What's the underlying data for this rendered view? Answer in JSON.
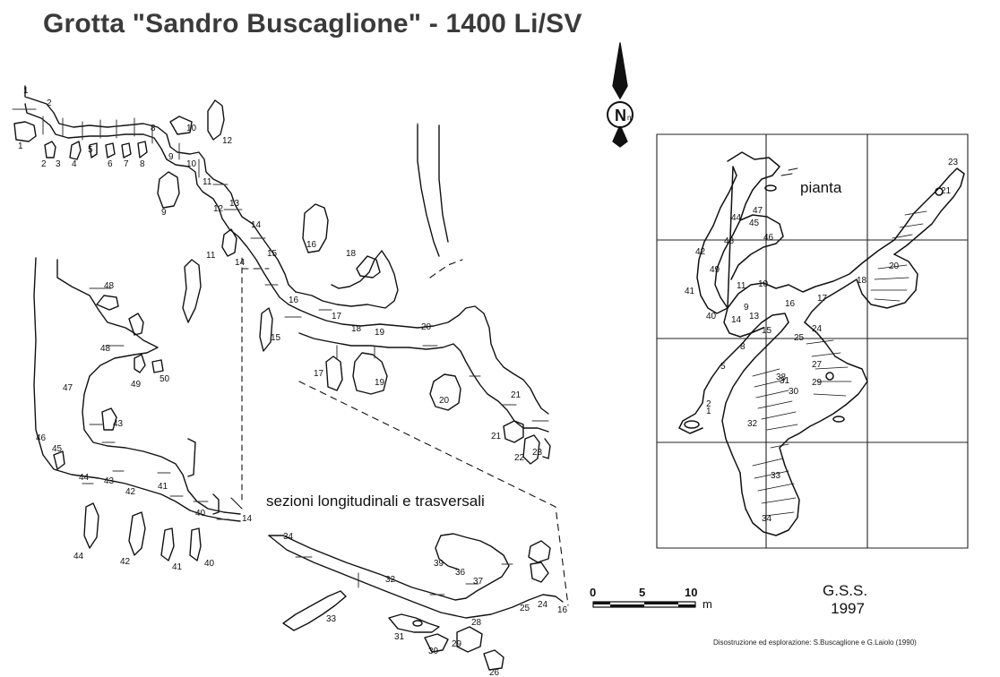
{
  "title": "Grotta \"Sandro Buscaglione\" - 1400 Li/SV",
  "north_arrow": {
    "letter": "N",
    "suffix": "m"
  },
  "plan_label": "pianta",
  "sections_label": "sezioni longitudinali e trasversali",
  "scale_bar": {
    "ticks": [
      "0",
      "5",
      "10"
    ],
    "unit": "m"
  },
  "survey_group": "G.S.S.",
  "survey_year": "1997",
  "credits": "Disostruzione ed esplorazione: S.Buscaglione e G.Laiolo (1990)",
  "station_labels": [
    "1",
    "2",
    "3",
    "4",
    "5",
    "6",
    "7",
    "8",
    "9",
    "10",
    "11",
    "12",
    "13",
    "14",
    "15",
    "16",
    "17",
    "18",
    "19",
    "20",
    "21",
    "22",
    "23",
    "24",
    "25",
    "26",
    "27",
    "28",
    "29",
    "30",
    "31",
    "32",
    "33",
    "34",
    "36",
    "37",
    "38",
    "39",
    "40",
    "41",
    "42",
    "43",
    "44",
    "45",
    "46",
    "47",
    "48",
    "49",
    "50"
  ]
}
